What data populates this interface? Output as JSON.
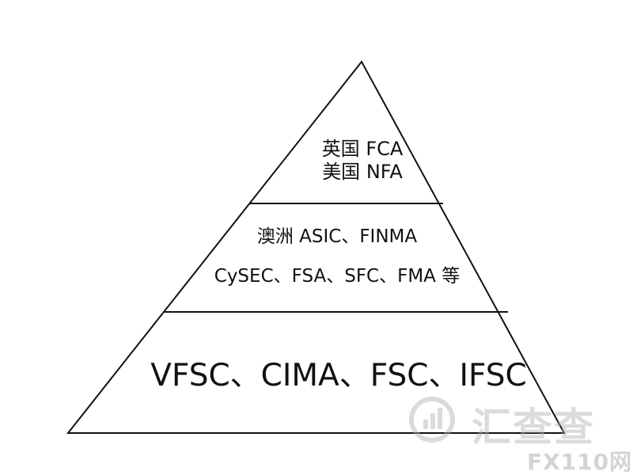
{
  "tiers": [
    {
      "lines": [
        "英国 FCA",
        "美国 NFA"
      ]
    },
    {
      "lines": [
        "澳洲 ASIC、FINMA",
        "CySEC、FSA、SFC、FMA 等"
      ]
    },
    {
      "lines": [
        "VFSC、CIMA、FSC、IFSC"
      ]
    }
  ],
  "watermark": {
    "brand": "汇查查",
    "site": "FX110网"
  },
  "colors": {
    "outline": "#111111",
    "text": "#111111",
    "watermark": "#afafaf"
  }
}
